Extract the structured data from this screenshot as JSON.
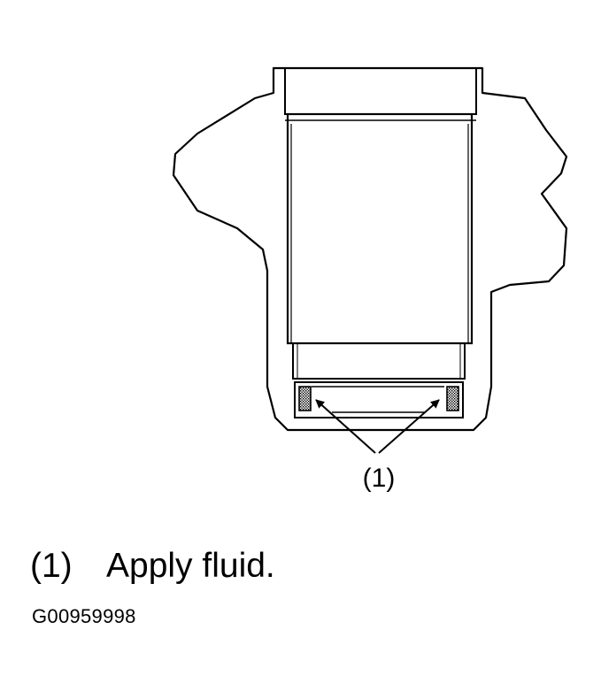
{
  "diagram": {
    "callout_label": "(1)"
  },
  "caption": {
    "number": "(1)",
    "text": "Apply fluid."
  },
  "figure_code": "G00959998"
}
